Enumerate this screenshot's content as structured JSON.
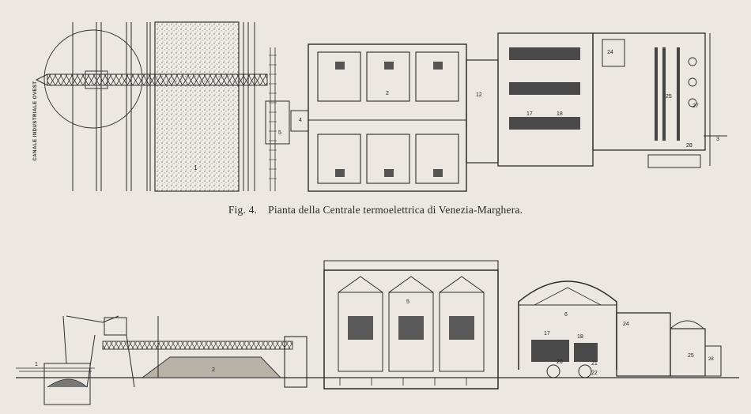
{
  "figure": {
    "number": "Fig. 4.",
    "caption": "Pianta della Centrale termoelettrica di Venezia-Marghera."
  },
  "plan": {
    "canal_label": "CANALE INDUSTRIALE OVEST",
    "labels": {
      "coal_yard": "1",
      "boilers": "2",
      "conveyor": "4",
      "bunker": "5",
      "feed_room": "12",
      "turbine_a": "17",
      "turbine_b": "18",
      "transformer": "24",
      "switch_a": "25",
      "switch_b": "27",
      "switch_c": "28",
      "exit": "3"
    }
  },
  "section": {
    "labels": {
      "water": "1",
      "coal_pile": "2",
      "boiler_house": "5",
      "turbine_hall": "6",
      "turbine": "17",
      "generator": "18",
      "condenser_a": "20",
      "condenser_b": "21",
      "pump": "22",
      "switch_a": "24",
      "switch_b": "25",
      "gate": "28"
    }
  }
}
